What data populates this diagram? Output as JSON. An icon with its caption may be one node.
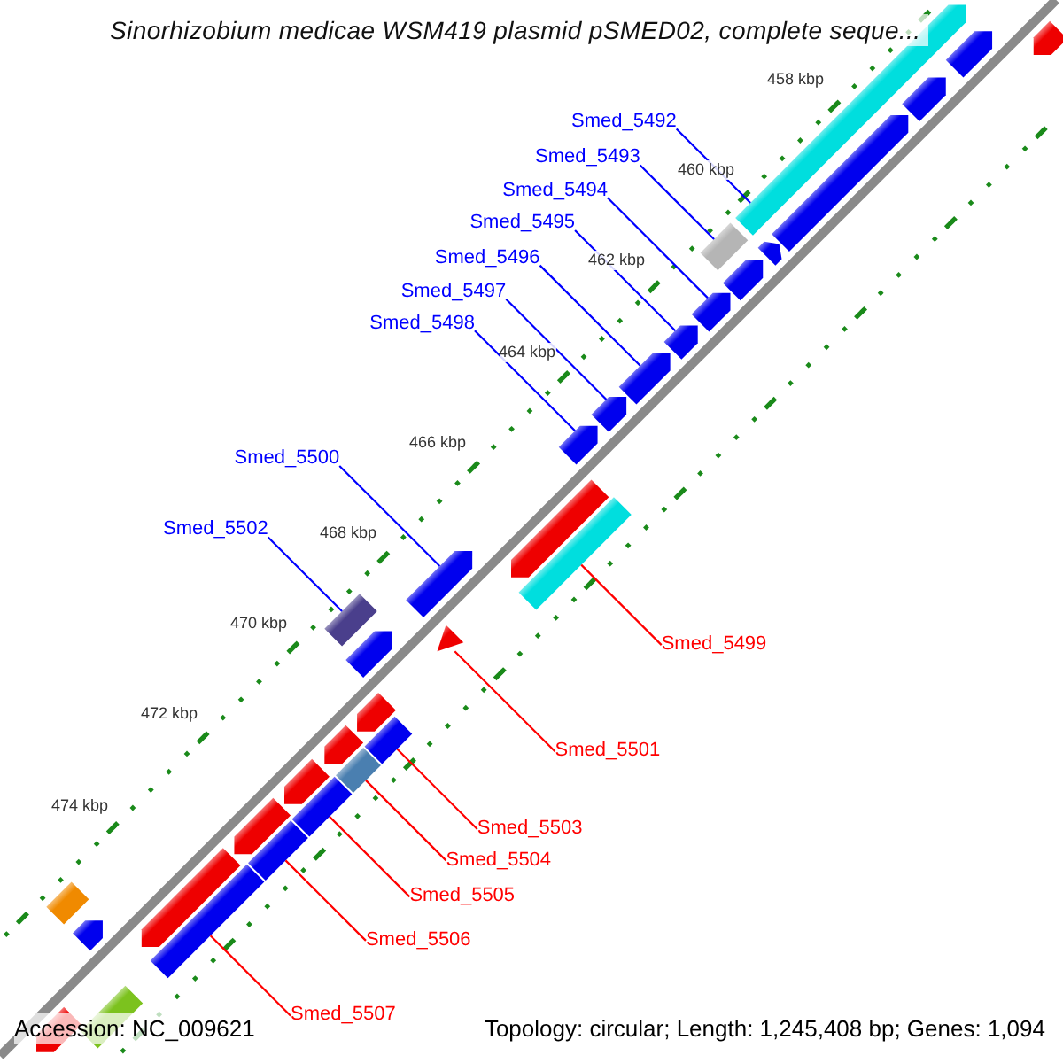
{
  "diagram": {
    "title": "Sinorhizobium medicae WSM419 plasmid pSMED02, complete seque...",
    "nodes": [
      {
        "text": [
          "Smed_5492"
        ]
      },
      {
        "text": [],
        "shape": "arrow"
      },
      {
        "text": [
          "Smed_5493"
        ]
      },
      {
        "text": [],
        "shape": "box"
      },
      {
        "text": [
          "Smed_5494"
        ]
      },
      {
        "text": [],
        "shape": "arrow"
      },
      {
        "text": [
          "Smed_5495"
        ]
      },
      {
        "text": [],
        "shape": "arrow"
      },
      {
        "text": [
          "Smed_5496"
        ]
      },
      {
        "text": [],
        "shape": "arrow"
      },
      {
        "text": [
          "Smed_5497"
        ]
      },
      {
        "text": [],
        "shape": "arrow"
      },
      {
        "text": [
          "Smed_5498"
        ]
      },
      {
        "text": [],
        "shape": "arrow"
      },
      {
        "text": [
          "Smed_5500"
        ]
      },
      {
        "text": [],
        "shape": "arrow"
      },
      {
        "text": [
          "Smed_5502"
        ]
      },
      {
        "text": [],
        "shape": "box"
      },
      {
        "text": [
          "Smed_5499"
        ]
      },
      {
        "text": [],
        "shape": "box"
      },
      {
        "text": [
          "Smed_5501"
        ]
      },
      {
        "text": [],
        "shape": "triangle"
      },
      {
        "text": [
          "Smed_5503"
        ]
      },
      {
        "text": [],
        "shape": "box"
      },
      {
        "text": [
          "Smed_5504"
        ]
      },
      {
        "text": [],
        "shape": "box"
      },
      {
        "text": [
          "Smed_5505"
        ]
      },
      {
        "text": [],
        "shape": "box"
      },
      {
        "text": [
          "Smed_5506"
        ]
      },
      {
        "text": [],
        "shape": "box"
      },
      {
        "text": [
          "Smed_5507"
        ]
      },
      {
        "text": [],
        "shape": "box"
      },
      {
        "text": [],
        "shape": "arrow"
      },
      {
        "text": [],
        "shape": "arrow"
      },
      {
        "text": [],
        "shape": "arrow"
      },
      {
        "text": [],
        "shape": "arrow"
      },
      {
        "text": [],
        "shape": "arrow"
      },
      {
        "text": [],
        "shape": "arrow"
      },
      {
        "text": [],
        "shape": "arrow"
      },
      {
        "text": [],
        "shape": "box"
      },
      {
        "text": [],
        "shape": "arrow"
      },
      {
        "text": [],
        "shape": "arrow"
      },
      {
        "text": [],
        "shape": "arrow"
      },
      {
        "text": [],
        "shape": "arrow"
      },
      {
        "text": [],
        "shape": "arrow"
      },
      {
        "text": [],
        "shape": "arrow"
      },
      {
        "text": [],
        "shape": "arrow"
      },
      {
        "text": [],
        "shape": "arrow"
      },
      {
        "text": [],
        "shape": "box"
      }
    ],
    "edges": [
      {
        "from": 0,
        "to": 1,
        "arrow": "none"
      },
      {
        "from": 2,
        "to": 3,
        "arrow": "none"
      },
      {
        "from": 4,
        "to": 5,
        "arrow": "none"
      },
      {
        "from": 6,
        "to": 7,
        "arrow": "none"
      },
      {
        "from": 8,
        "to": 9,
        "arrow": "none"
      },
      {
        "from": 10,
        "to": 11,
        "arrow": "none"
      },
      {
        "from": 12,
        "to": 13,
        "arrow": "none"
      },
      {
        "from": 14,
        "to": 15,
        "arrow": "none"
      },
      {
        "from": 16,
        "to": 17,
        "arrow": "none"
      },
      {
        "from": 18,
        "to": 19,
        "arrow": "none",
        "color": "#ff0000"
      },
      {
        "from": 20,
        "to": 21,
        "arrow": "none",
        "color": "#ff0000"
      },
      {
        "from": 22,
        "to": 23,
        "arrow": "none",
        "color": "#ff0000"
      },
      {
        "from": 24,
        "to": 25,
        "arrow": "none",
        "color": "#ff0000"
      },
      {
        "from": 26,
        "to": 27,
        "arrow": "none",
        "color": "#ff0000"
      },
      {
        "from": 28,
        "to": 29,
        "arrow": "none",
        "color": "#ff0000"
      },
      {
        "from": 30,
        "to": 31,
        "arrow": "none",
        "color": "#ff0000"
      }
    ],
    "labels": [
      "458 kbp",
      "460 kbp",
      "462 kbp",
      "464 kbp",
      "466 kbp",
      "468 kbp",
      "470 kbp",
      "472 kbp",
      "474 kbp",
      "Accession: NC_009621",
      "Topology: circular; Length: 1,245,408 bp; Genes: 1,094"
    ]
  }
}
